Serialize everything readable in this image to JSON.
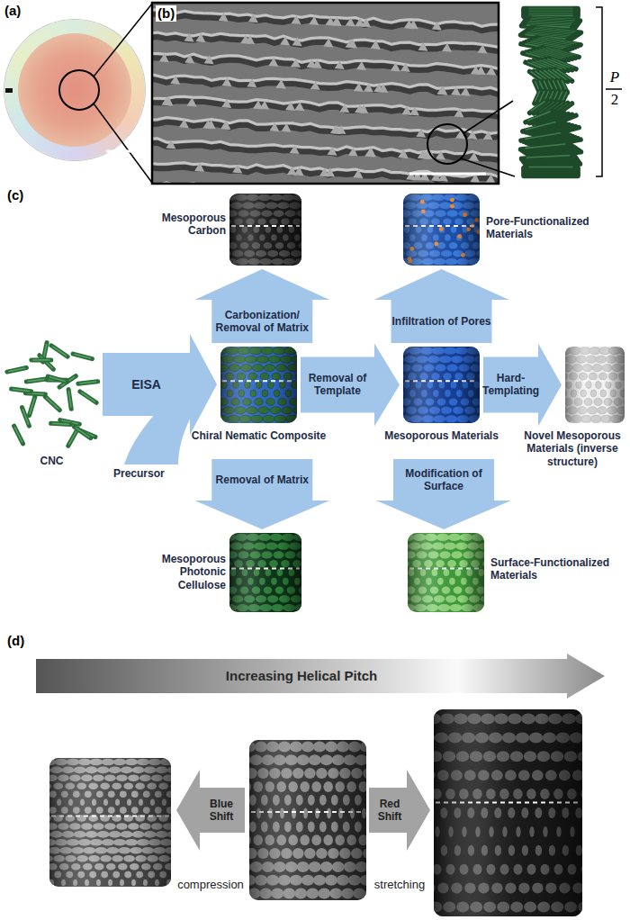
{
  "diagram": {
    "nodes": [
      {
        "text": [
          "Mesoporous Carbon"
        ]
      },
      {
        "text": [
          "Pore-Functionalized Materials"
        ]
      },
      {
        "text": [
          "CNC"
        ]
      },
      {
        "text": [
          "Chiral Nematic Composite"
        ]
      },
      {
        "text": [
          "Mesoporous Materials"
        ]
      },
      {
        "text": [
          "Novel Mesoporous Materials (inverse structure)"
        ]
      },
      {
        "text": [
          "Mesoporous Photonic Cellulose"
        ]
      },
      {
        "text": [
          "Surface-Functionalized Materials"
        ]
      },
      {
        "text": [
          "Increasing Helical Pitch"
        ]
      },
      {
        "text": [
          "Blue Shift",
          "compression"
        ]
      },
      {
        "text": [
          "Red Shift",
          "stretching"
        ]
      }
    ],
    "edges": [
      {
        "from": 2,
        "to": 3,
        "arrow": "to",
        "label": "EISA"
      },
      {
        "from": 3,
        "to": 0,
        "arrow": "to",
        "label": "Carbonization/ Removal of Matrix"
      },
      {
        "from": 3,
        "to": 4,
        "arrow": "to",
        "label": "Removal of Template"
      },
      {
        "from": 4,
        "to": 1,
        "arrow": "to",
        "label": "Infiltration of Pores"
      },
      {
        "from": 4,
        "to": 5,
        "arrow": "to",
        "label": "Hard-Templating"
      },
      {
        "from": 3,
        "to": 6,
        "arrow": "to",
        "label": "Removal of Matrix"
      },
      {
        "from": 4,
        "to": 7,
        "arrow": "to",
        "label": "Modification of Surface"
      }
    ],
    "labels": [
      "(a)",
      "(b)",
      "P",
      "2",
      "(c)",
      "Precursor",
      "(d)"
    ]
  }
}
